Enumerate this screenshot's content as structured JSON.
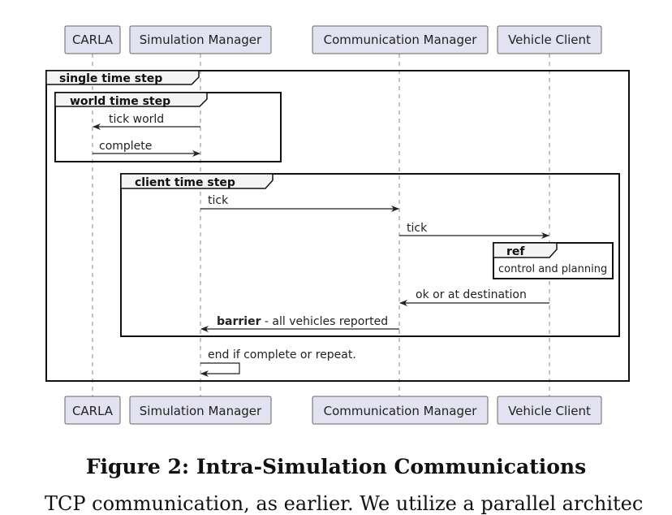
{
  "participants": [
    "CARLA",
    "Simulation Manager",
    "Communication Manager",
    "Vehicle Client"
  ],
  "frames": {
    "single": "single time step",
    "world": "world time step",
    "client": "client time step",
    "ref": "ref",
    "ref_body": "control and planning"
  },
  "messages": {
    "tick_world": "tick world",
    "complete": "complete",
    "tick_1": "tick",
    "tick_2": "tick",
    "ok": "ok or at destination",
    "barrier_bold": "barrier",
    "barrier_rest": " - all vehicles reported",
    "end": "end if complete or repeat."
  },
  "caption": "Figure 2: Intra-Simulation Communications",
  "partial_text": "TCP communication, as earlier. We utilize a parallel architec"
}
